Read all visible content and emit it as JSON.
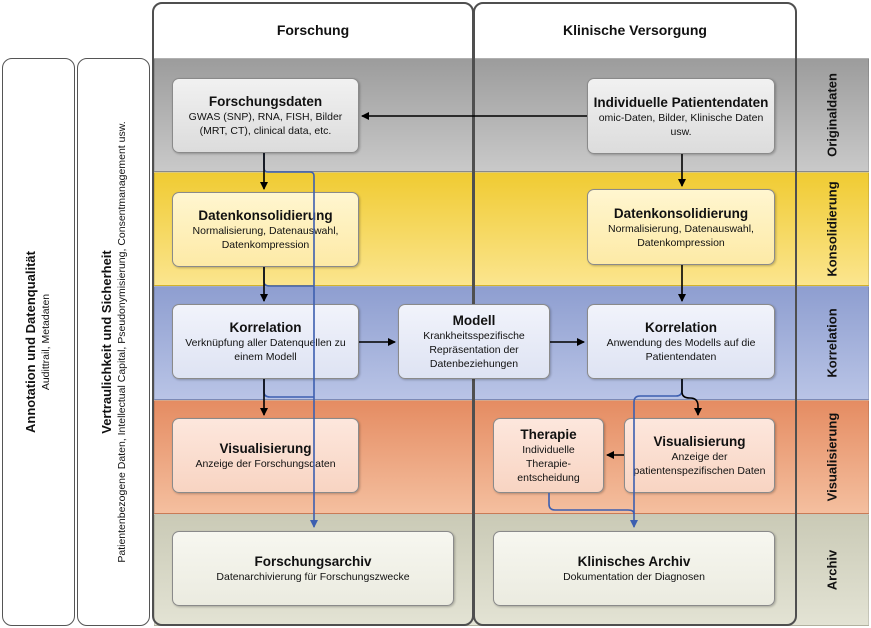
{
  "columns": {
    "research": "Forschung",
    "clinical": "Klinische Versorgung"
  },
  "rows": {
    "orig": "Originaldaten",
    "kons": "Konsolidierung",
    "korr": "Korrelation",
    "vis": "Visualisierung",
    "arch": "Archiv"
  },
  "side": {
    "annotation_title": "Annotation und Datenqualität",
    "annotation_sub": "Audittrail, Metadaten",
    "security_title": "Vertraulichkeit und Sicherheit",
    "security_sub": "Patientenbezogene Daten, Intellectual Capital, Pseudonymisierung, Consentmanagement usw."
  },
  "boxes": {
    "forschungsdaten": {
      "title": "Forschungsdaten",
      "desc": "GWAS (SNP), RNA, FISH, Bilder (MRT, CT), clinical data, etc."
    },
    "patientendaten": {
      "title": "Individuelle Patientendaten",
      "desc": "omic-Daten, Bilder, Klinische Daten usw."
    },
    "kons_research": {
      "title": "Datenkonsolidierung",
      "desc": "Normalisierung, Datenauswahl, Datenkompression"
    },
    "kons_clinical": {
      "title": "Datenkonsolidierung",
      "desc": "Normalisierung, Datenauswahl, Datenkompression"
    },
    "korr_research": {
      "title": "Korrelation",
      "desc": "Verknüpfung aller Datenquellen zu einem Modell"
    },
    "modell": {
      "title": "Modell",
      "desc": "Krankheitsspezifische Repräsentation der Datenbeziehungen"
    },
    "korr_clinical": {
      "title": "Korrelation",
      "desc": "Anwendung des  Modells auf die Patientendaten"
    },
    "vis_research": {
      "title": "Visualisierung",
      "desc": "Anzeige der Forschungsdaten"
    },
    "therapie": {
      "title": "Therapie",
      "desc": "Individuelle Therapie-entscheidung"
    },
    "vis_clinical": {
      "title": "Visualisierung",
      "desc": "Anzeige der patientenspezifischen Daten"
    },
    "archiv_research": {
      "title": "Forschungsarchiv",
      "desc": "Datenarchivierung für Forschungszwecke"
    },
    "archiv_clinical": {
      "title": "Klinisches Archiv",
      "desc": "Dokumentation der Diagnosen"
    }
  },
  "colors": {
    "flow_blue": "#3d5fb0",
    "arrow_black": "#000000",
    "column_border": "#4f4f4f"
  }
}
